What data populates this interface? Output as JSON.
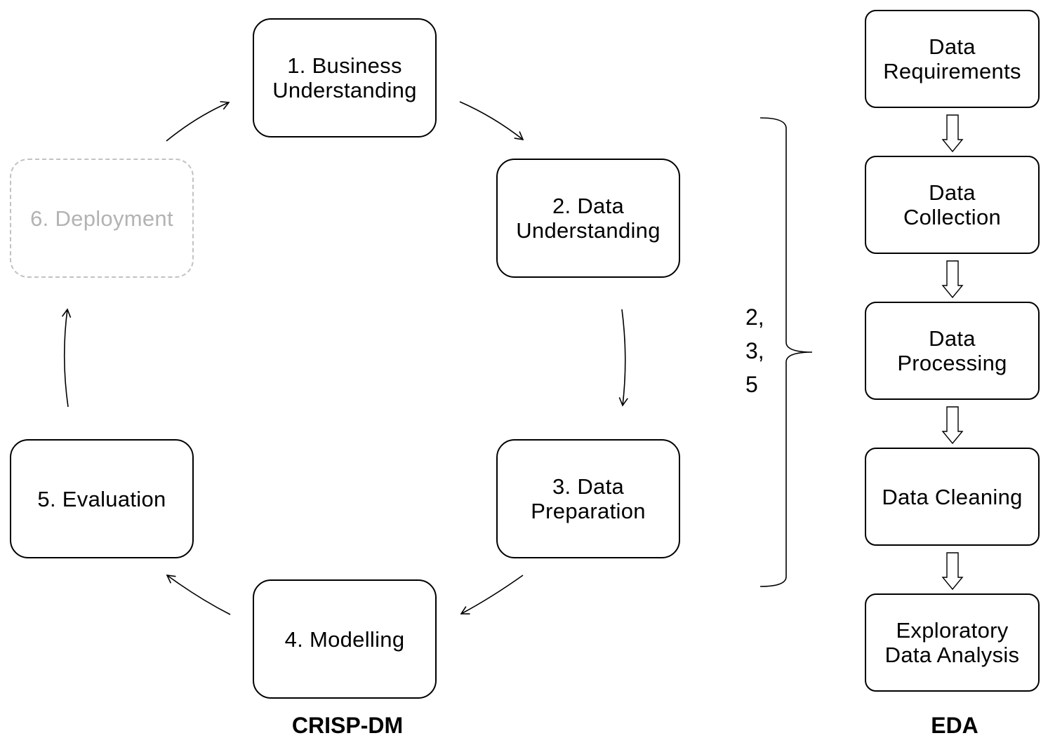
{
  "crisp": {
    "title": "CRISP-DM",
    "business": [
      "1. Business",
      "Understanding"
    ],
    "data_understanding": [
      "2. Data",
      "Understanding"
    ],
    "data_preparation": [
      "3. Data",
      "Preparation"
    ],
    "modelling": "4. Modelling",
    "evaluation": "5. Evaluation",
    "deployment": "6. Deployment"
  },
  "bracket": {
    "lines": [
      "2,",
      "3,",
      "5"
    ]
  },
  "eda": {
    "title": "EDA",
    "steps": [
      [
        "Data",
        "Requirements"
      ],
      [
        "Data",
        "Collection"
      ],
      [
        "Data",
        "Processing"
      ],
      [
        "Data Cleaning"
      ],
      [
        "Exploratory",
        "Data Analysis"
      ]
    ]
  },
  "colors": {
    "stroke": "#000000",
    "dimmed_text": "#b3b3b3",
    "dimmed_border": "#c2c2c2",
    "background": "#ffffff"
  }
}
